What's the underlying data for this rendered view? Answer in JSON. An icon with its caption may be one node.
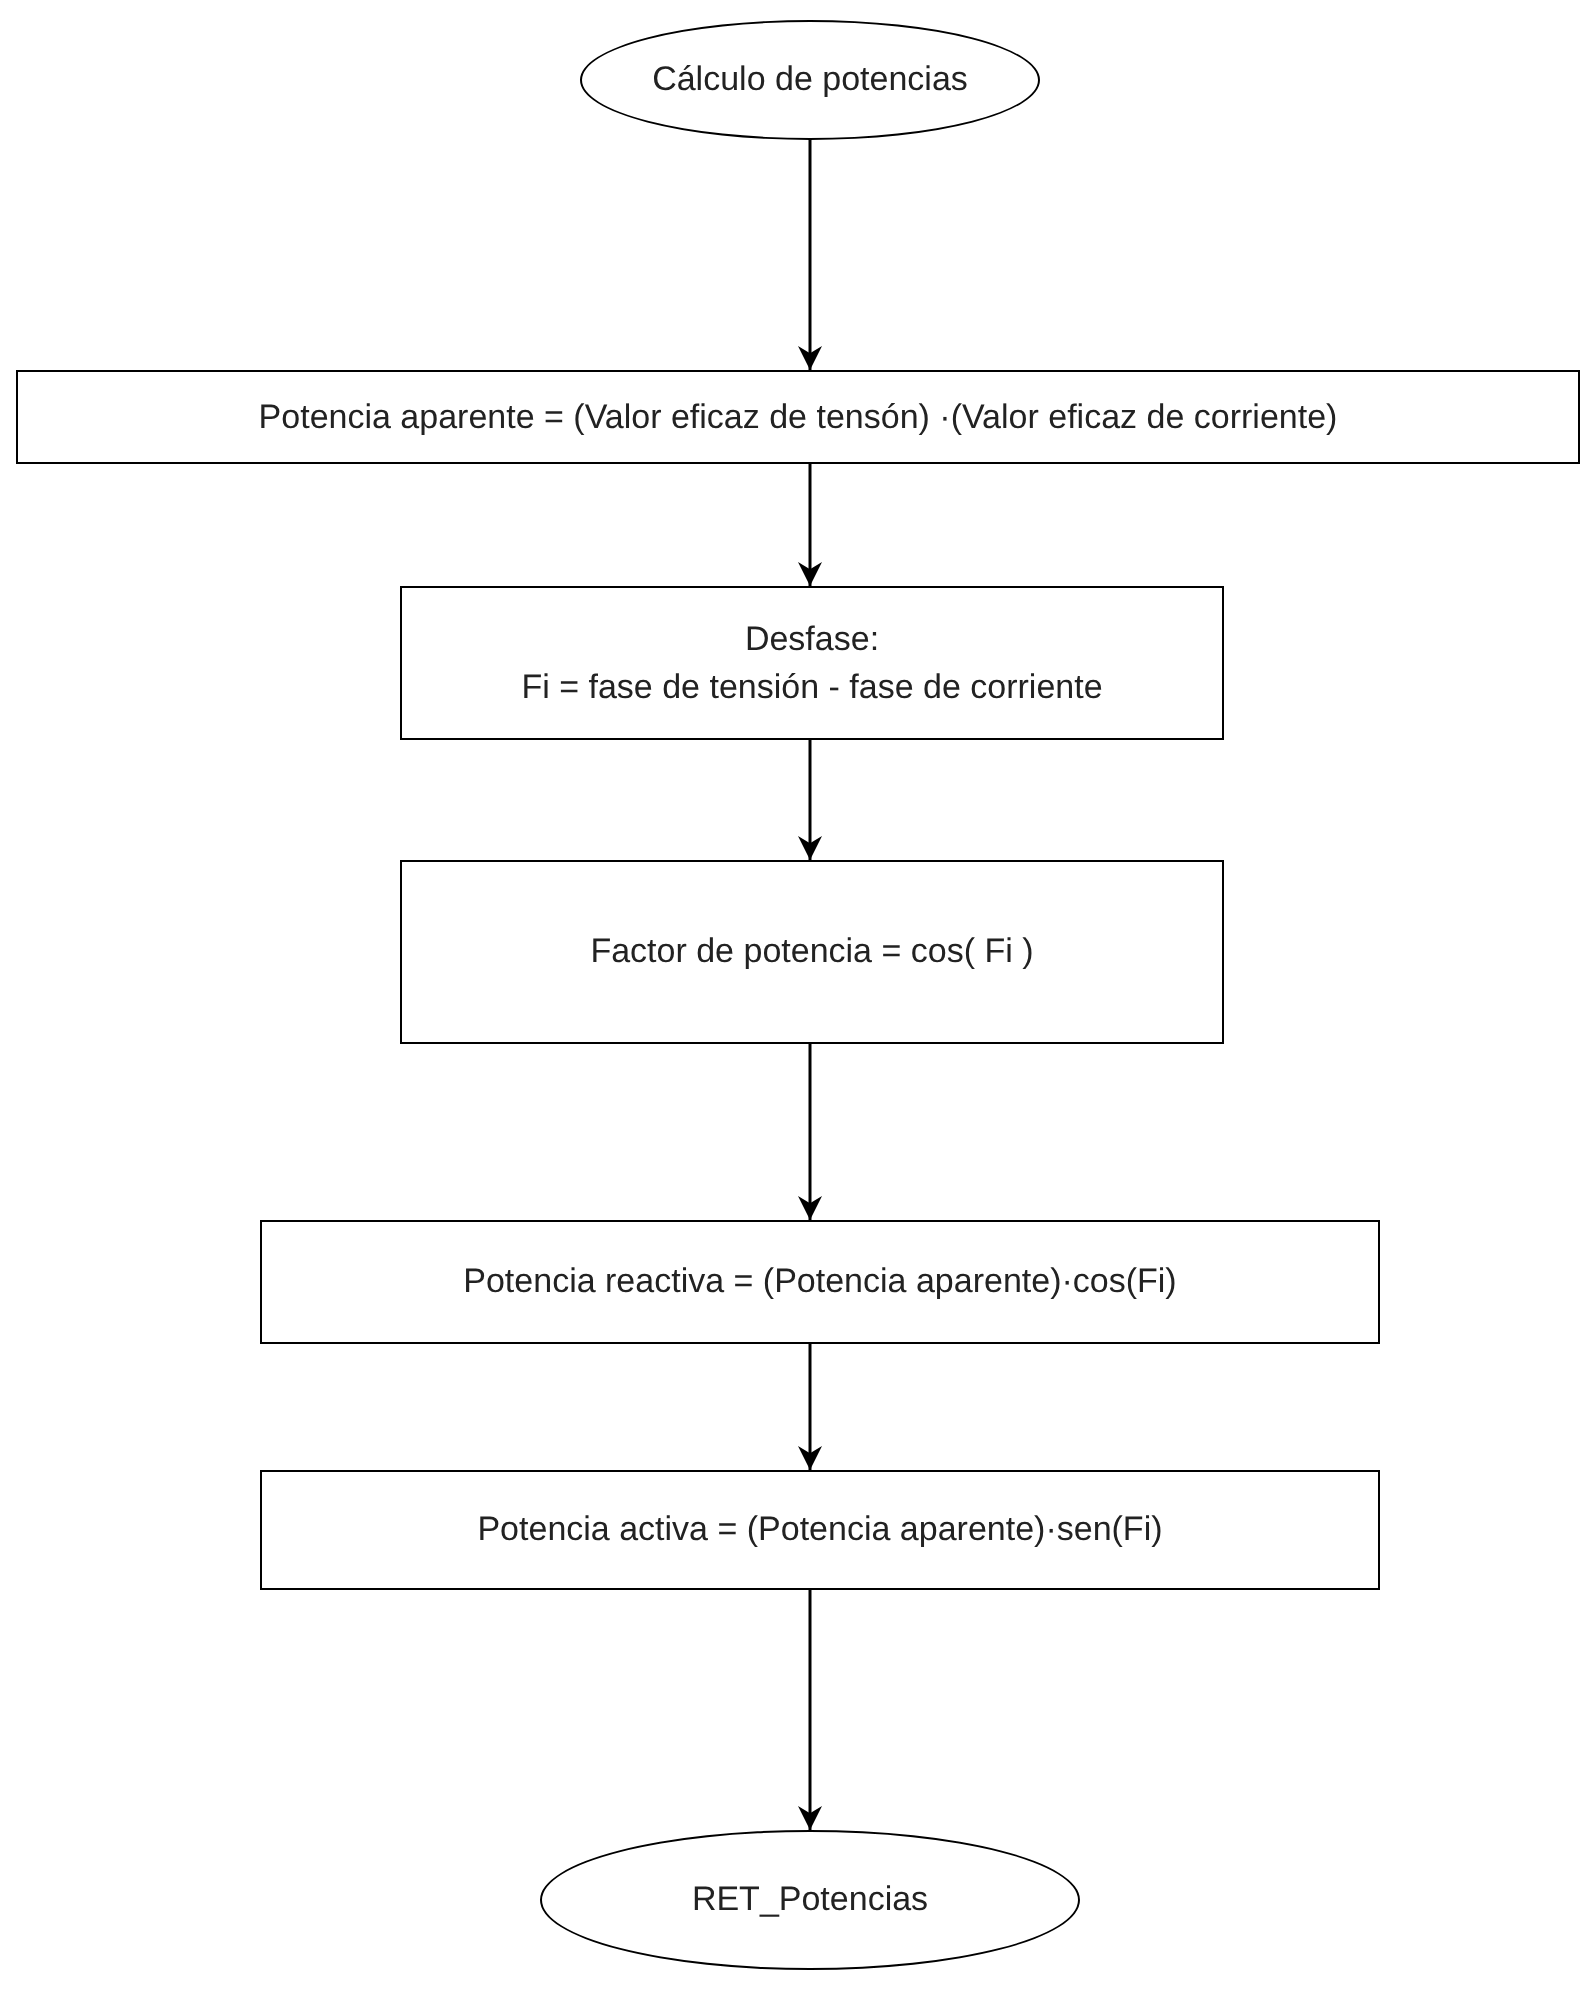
{
  "diagram": {
    "nodes": [
      {
        "text": [
          "Cálculo de potencias"
        ]
      },
      {
        "text": [
          "Potencia aparente = (Valor eficaz de tensón) ·(Valor eficaz de corriente)"
        ]
      },
      {
        "text": [
          "Desfase:",
          "Fi = fase de tensión - fase de corriente"
        ]
      },
      {
        "text": [
          "Factor de potencia = cos( Fi )"
        ]
      },
      {
        "text": [
          "Potencia reactiva = (Potencia aparente)·cos(Fi)"
        ]
      },
      {
        "text": [
          "Potencia activa = (Potencia aparente)·sen(Fi)"
        ]
      },
      {
        "text": [
          "RET_Potencias"
        ]
      }
    ],
    "edges": [
      {
        "from": 0,
        "to": 1,
        "arrow": "to"
      },
      {
        "from": 1,
        "to": 2,
        "arrow": "to"
      },
      {
        "from": 2,
        "to": 3,
        "arrow": "to"
      },
      {
        "from": 3,
        "to": 4,
        "arrow": "to"
      },
      {
        "from": 4,
        "to": 5,
        "arrow": "to"
      },
      {
        "from": 5,
        "to": 6,
        "arrow": "to"
      }
    ]
  }
}
